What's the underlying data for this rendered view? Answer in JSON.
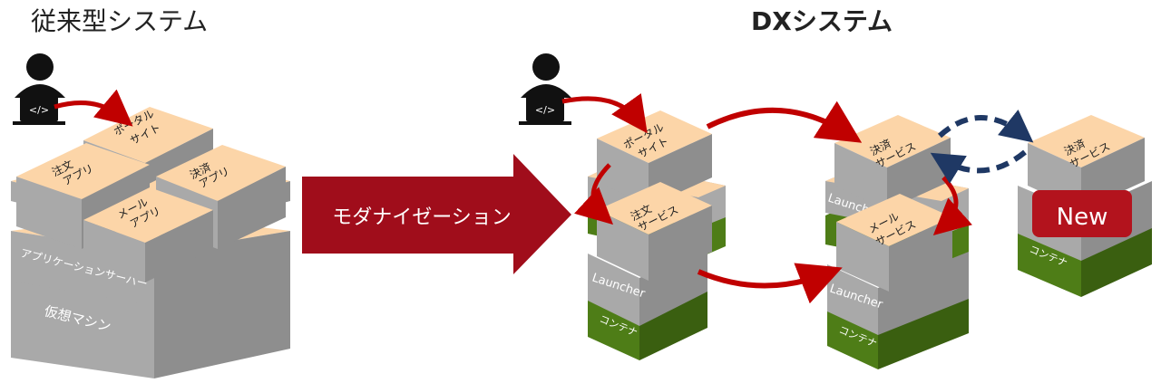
{
  "titles": {
    "legacy": "従来型システム",
    "dx": "DXシステム"
  },
  "arrow_label": "モダナイゼーション",
  "legacy": {
    "layer_app_server": "アプリケーションサーバー",
    "layer_vm": "仮想マシン",
    "tile_portal": [
      "ポータル",
      "サイト"
    ],
    "tile_order": [
      "注文",
      "アプリ"
    ],
    "tile_payment": [
      "決済",
      "アプリ"
    ],
    "tile_mail": [
      "メール",
      "アプリ"
    ]
  },
  "dx": {
    "launcher": "Launcher",
    "container": "コンテナ",
    "svc_portal": [
      "ポータル",
      "サイト"
    ],
    "svc_order": [
      "注文",
      "サービス"
    ],
    "svc_payment": [
      "決済",
      "サービス"
    ],
    "svc_mail": [
      "メール",
      "サービス"
    ],
    "new_badge": "New"
  },
  "icons": {
    "developer": "developer-laptop-icon",
    "code": "code-icon"
  },
  "colors": {
    "tile_top": "#fcd5a8",
    "box_front": "#a9a9a9",
    "box_side": "#8e8e8e",
    "container_green": "#4e7d17",
    "container_green_dark": "#3a5f10",
    "arrow_red": "#c00000",
    "banner_red": "#a00d1b",
    "navy": "#1f3864",
    "badge_red": "#b3131d"
  }
}
